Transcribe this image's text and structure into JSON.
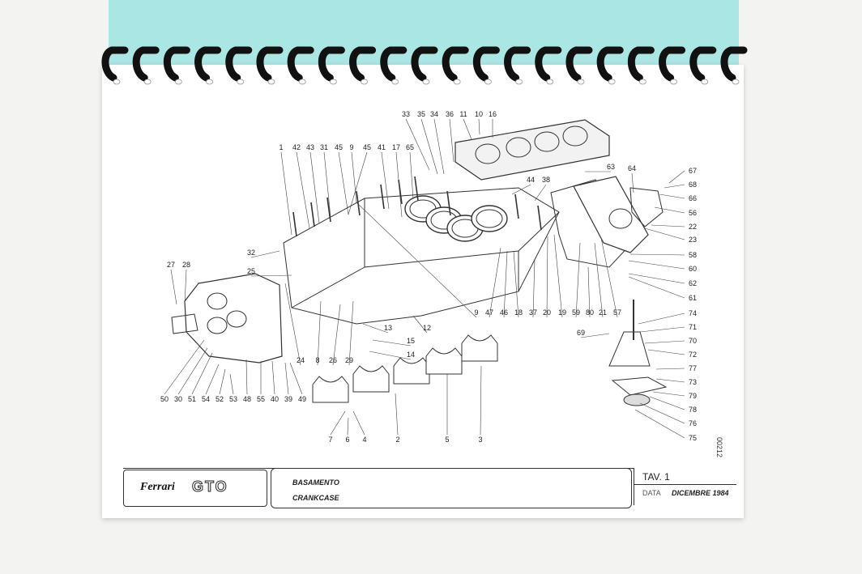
{
  "brand": {
    "maker": "Ferrari",
    "model": "GTO"
  },
  "title_block": {
    "desc_it": "BASAMENTO",
    "desc_en": "CRANKCASE",
    "tav": "TAV. 1",
    "date_label": "DATA",
    "date_value": "DICEMBRE 1984"
  },
  "drawing_code": "00212",
  "callouts": [
    "1",
    "2",
    "3",
    "4",
    "5",
    "6",
    "7",
    "8",
    "9",
    "9",
    "10",
    "11",
    "12",
    "13",
    "14",
    "15",
    "16",
    "17",
    "18",
    "19",
    "20",
    "21",
    "22",
    "23",
    "24",
    "25",
    "26",
    "27",
    "28",
    "29",
    "30",
    "31",
    "32",
    "33",
    "34",
    "35",
    "36",
    "37",
    "38",
    "39",
    "40",
    "41",
    "42",
    "43",
    "44",
    "45",
    "45",
    "46",
    "47",
    "48",
    "49",
    "50",
    "51",
    "52",
    "53",
    "54",
    "55",
    "56",
    "57",
    "58",
    "59",
    "60",
    "61",
    "62",
    "63",
    "64",
    "65",
    "66",
    "67",
    "68",
    "69",
    "70",
    "71",
    "72",
    "73",
    "74",
    "75",
    "76",
    "77",
    "78",
    "79",
    "80"
  ]
}
